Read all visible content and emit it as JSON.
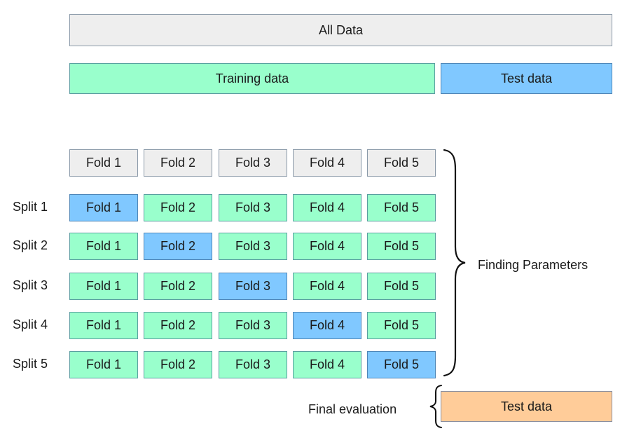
{
  "all_data": "All Data",
  "training_data": "Training data",
  "test_data": "Test data",
  "header_folds": [
    "Fold 1",
    "Fold 2",
    "Fold 3",
    "Fold 4",
    "Fold 5"
  ],
  "splits": [
    {
      "label": "Split 1",
      "folds": [
        "Fold 1",
        "Fold 2",
        "Fold 3",
        "Fold 4",
        "Fold 5"
      ],
      "test_fold": 1
    },
    {
      "label": "Split 2",
      "folds": [
        "Fold 1",
        "Fold 2",
        "Fold 3",
        "Fold 4",
        "Fold 5"
      ],
      "test_fold": 2
    },
    {
      "label": "Split 3",
      "folds": [
        "Fold 1",
        "Fold 2",
        "Fold 3",
        "Fold 4",
        "Fold 5"
      ],
      "test_fold": 3
    },
    {
      "label": "Split 4",
      "folds": [
        "Fold 1",
        "Fold 2",
        "Fold 3",
        "Fold 4",
        "Fold 5"
      ],
      "test_fold": 4
    },
    {
      "label": "Split 5",
      "folds": [
        "Fold 1",
        "Fold 2",
        "Fold 3",
        "Fold 4",
        "Fold 5"
      ],
      "test_fold": 5
    }
  ],
  "finding_parameters": "Finding Parameters",
  "final_evaluation": "Final evaluation",
  "final_test_data": "Test data",
  "colors": {
    "all_data": "#eeeeee",
    "training": "#99ffcc",
    "validation": "#80c8ff",
    "final_test": "#ffcc99"
  }
}
